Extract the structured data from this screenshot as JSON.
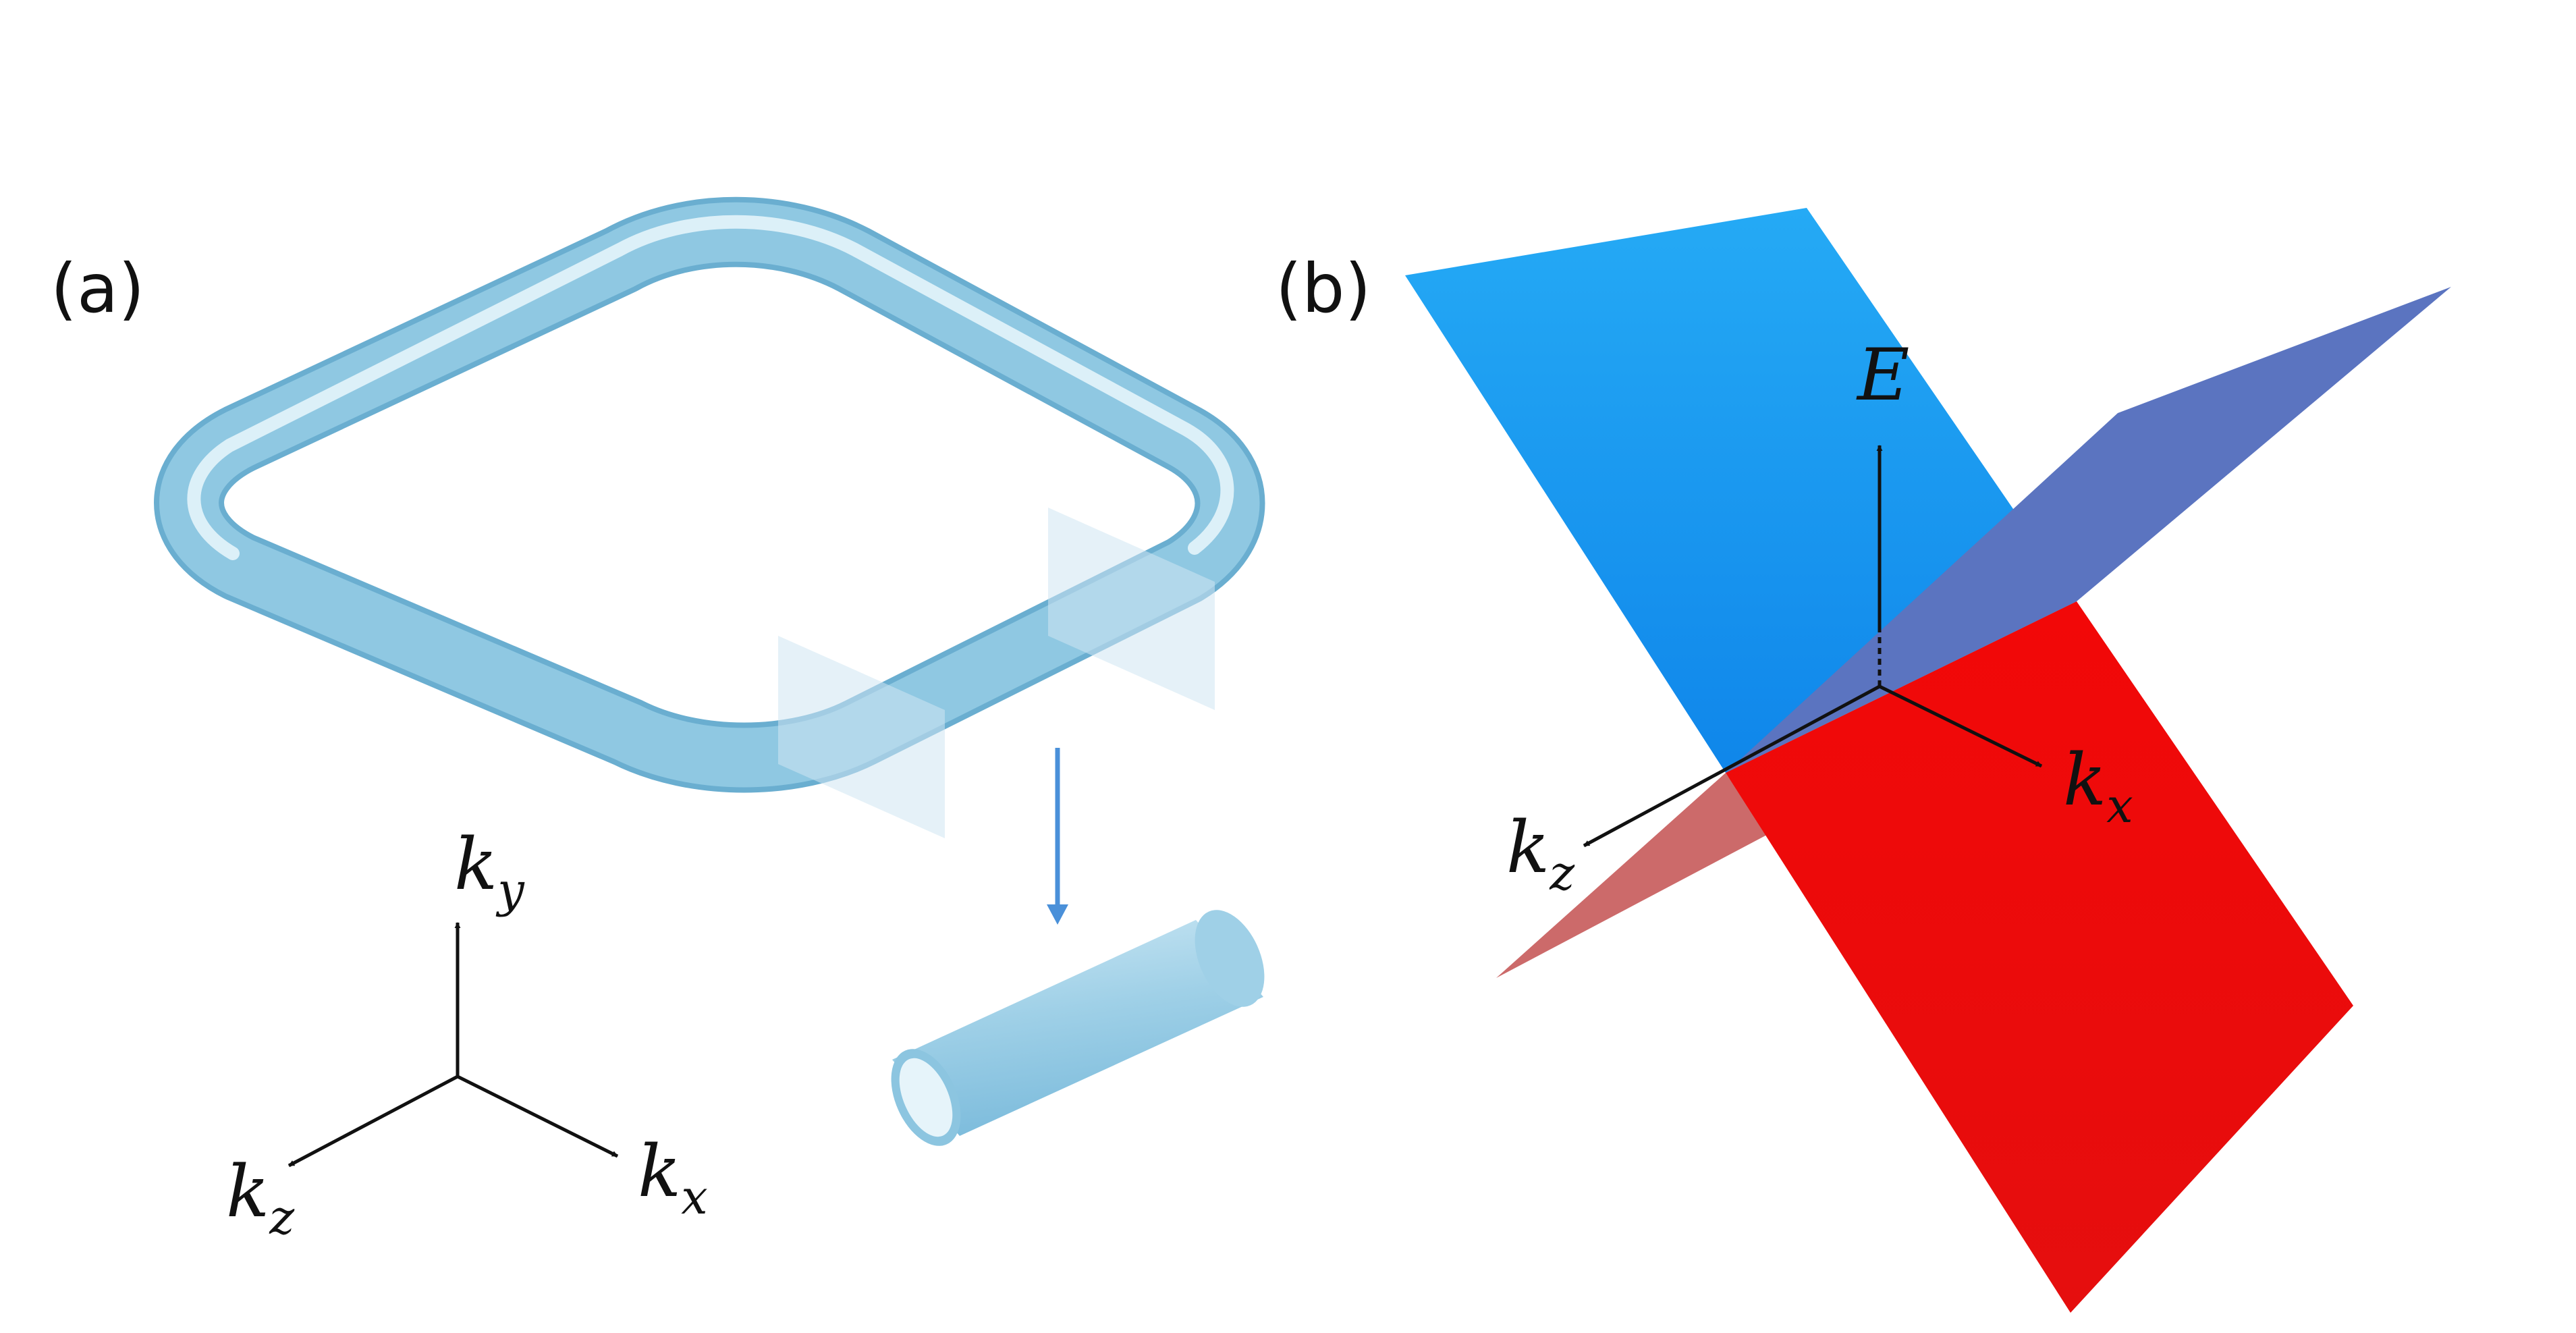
{
  "panel_a": {
    "label": "(a)",
    "axes": {
      "y": {
        "base": "k",
        "sub": "y"
      },
      "z": {
        "base": "k",
        "sub": "z"
      },
      "x": {
        "base": "k",
        "sub": "x"
      }
    },
    "colors": {
      "tube": "#8fc8e2",
      "tube_highlight": "#e4f4fb",
      "tube_shadow": "#6aaed0",
      "slice_plane": "#cfe6f2",
      "arrow": "#4a90d9"
    }
  },
  "panel_b": {
    "label": "(b)",
    "axes": {
      "energy": {
        "base": "E"
      },
      "x": {
        "base": "k",
        "sub": "x"
      },
      "z": {
        "base": "k",
        "sub": "z"
      }
    },
    "colors": {
      "upper_band": "#1a90ee",
      "lower_band": "#ee1010",
      "tilted_plane_upper": "#5b74c0",
      "tilted_plane_lower": "#cc6a6a"
    }
  }
}
